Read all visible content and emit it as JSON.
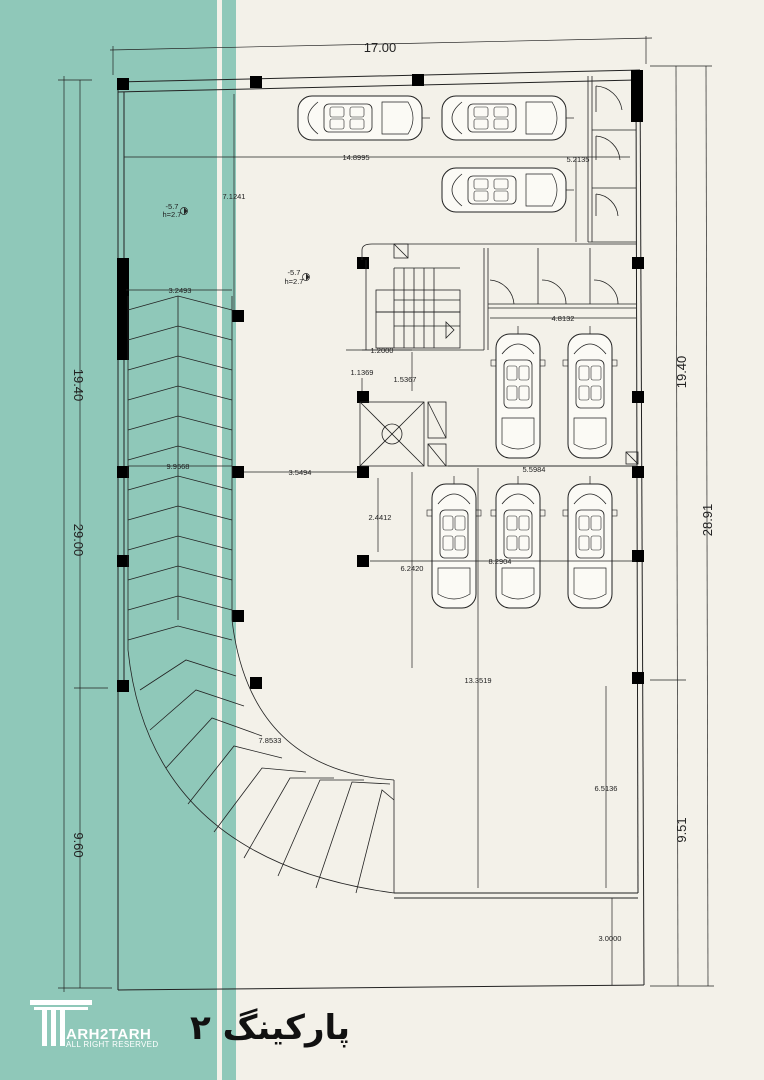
{
  "plan": {
    "overall_width": "17.00",
    "overall_depth_left": "29.00",
    "overall_depth_right": "28.91",
    "left_upper_segment": "19.40",
    "left_lower_segment": "9.60",
    "right_upper_segment": "19.40",
    "right_lower_segment": "9.51",
    "dims": {
      "top_inner_width": "14.8995",
      "top_right_small": "5.2135",
      "upper_left_vertical": "7.1241",
      "ramp_width": "3.2493",
      "right_rooms_width": "4.8132",
      "stair_width": "1.2000",
      "stair_offset": "1.1369",
      "stair_depth": "1.5367",
      "ramp_length": "9.9568",
      "column_gap": "3.5494",
      "parking_row_width": "5.5984",
      "elevator_gap": "2.4412",
      "row_gap": "6.2420",
      "bay_width": "8.2904",
      "mid_vertical": "13.3519",
      "ramp_radius": "7.8533",
      "lower_right_vertical": "6.5136",
      "bottom_setback": "3.0000"
    },
    "levels": [
      {
        "level": "-5.7",
        "height": "h=2.7"
      },
      {
        "level": "-5.7",
        "height": "h=2.7"
      }
    ]
  },
  "branding": {
    "title": "پارکینگ ۲",
    "logo_name": "ARH2TARH",
    "logo_tagline": "ALL RIGHT RESERVED"
  }
}
